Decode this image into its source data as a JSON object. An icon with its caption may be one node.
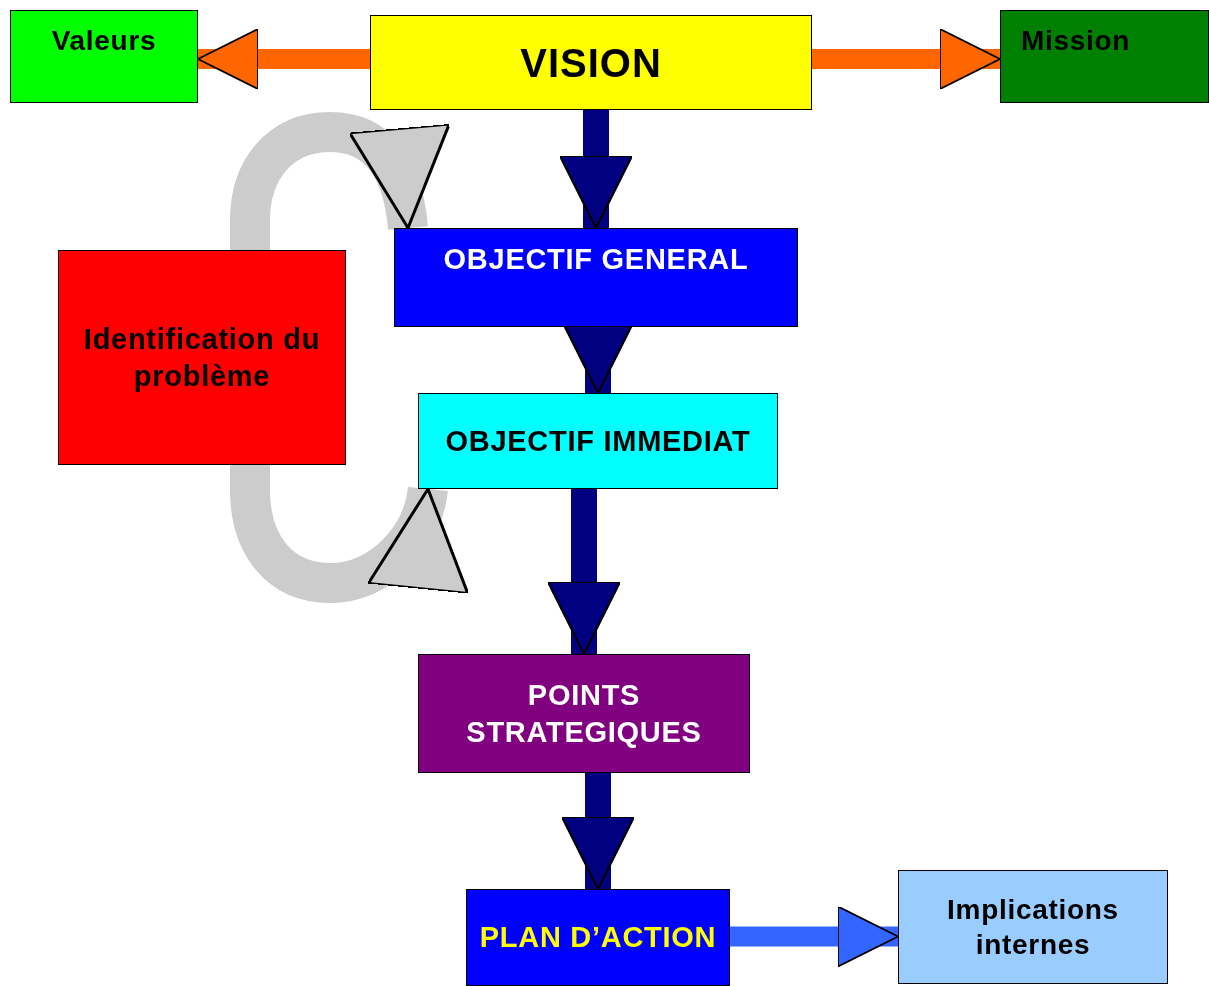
{
  "diagram": {
    "nodes": [
      {
        "text": [
          "VISION"
        ]
      },
      {
        "text": [
          "Valeurs"
        ]
      },
      {
        "text": [
          "Mission"
        ]
      },
      {
        "text": [
          "OBJECTIF GENERAL"
        ]
      },
      {
        "text": [
          "Identification du problème"
        ]
      },
      {
        "text": [
          "OBJECTIF IMMEDIAT"
        ]
      },
      {
        "text": [
          "POINTS STRATEGIQUES"
        ]
      },
      {
        "text": [
          "PLAN D’ACTION"
        ]
      },
      {
        "text": [
          "Implications internes"
        ]
      }
    ],
    "edges": [
      {
        "from": 0,
        "to": 1,
        "arrow": "to",
        "color": "#ff6600"
      },
      {
        "from": 0,
        "to": 2,
        "arrow": "to",
        "color": "#ff6600"
      },
      {
        "from": 0,
        "to": 3,
        "arrow": "to"
      },
      {
        "from": 4,
        "to": 3,
        "arrow": "to",
        "color": "#cccccc"
      },
      {
        "from": 3,
        "to": 5,
        "arrow": "to"
      },
      {
        "from": 4,
        "to": 5,
        "arrow": "to",
        "color": "#cccccc"
      },
      {
        "from": 5,
        "to": 6,
        "arrow": "to"
      },
      {
        "from": 6,
        "to": 7,
        "arrow": "to"
      },
      {
        "from": 7,
        "to": 8,
        "arrow": "to",
        "color": "#3366ff"
      }
    ]
  }
}
